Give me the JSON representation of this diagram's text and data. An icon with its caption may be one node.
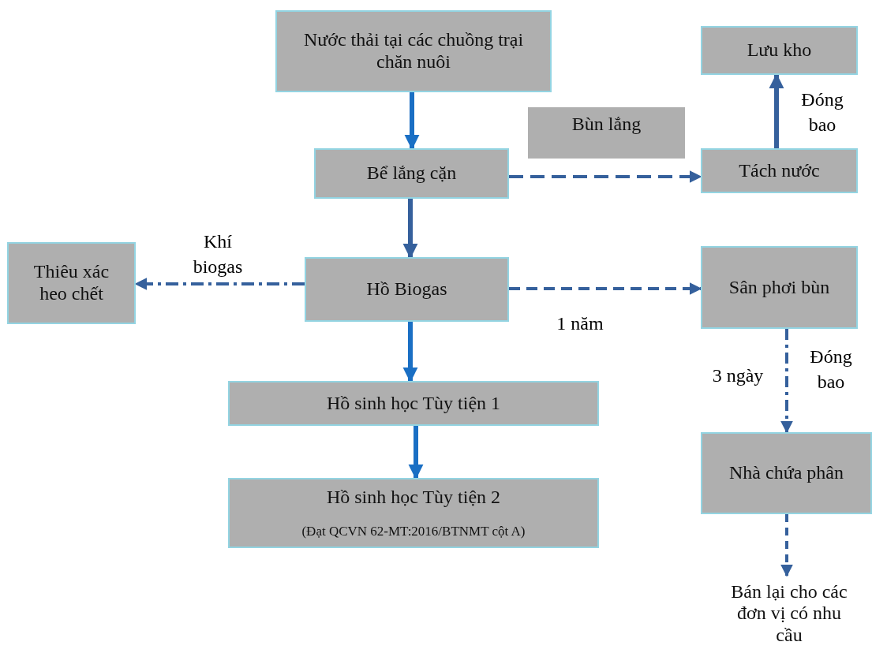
{
  "diagram": {
    "nodes": [
      {
        "text": [
          "Nước thải tại các chuồng trại chăn nuôi"
        ]
      },
      {
        "text": [
          "Bể lắng cặn"
        ]
      },
      {
        "text": [
          "Bùn lắng"
        ]
      },
      {
        "text": [
          "Lưu kho"
        ]
      },
      {
        "text": [
          "Tách nước"
        ]
      },
      {
        "text": [
          "Thiêu xác heo chết"
        ]
      },
      {
        "text": [
          "Hồ Biogas"
        ]
      },
      {
        "text": [
          "Sân phơi bùn"
        ]
      },
      {
        "text": [
          "Hồ sinh học Tùy tiện 1"
        ]
      },
      {
        "text": [
          "Hồ sinh học Tùy tiện 2",
          "(Đạt QCVN 62-MT:2016/BTNMT cột A)"
        ]
      },
      {
        "text": [
          "Nhà chứa phân"
        ]
      },
      {
        "text": [
          "Bán lại cho các đơn vị có nhu cầu"
        ]
      }
    ],
    "edges": [
      {
        "from": 0,
        "to": 1,
        "arrow": "to",
        "color": "#1a6fc4"
      },
      {
        "from": 1,
        "to": 4,
        "arrow": "to",
        "style": "dashed"
      },
      {
        "from": 1,
        "to": 6,
        "arrow": "to"
      },
      {
        "from": 6,
        "to": 5,
        "arrow": "to",
        "style": "dashed",
        "label": "Khí biogas"
      },
      {
        "from": 6,
        "to": 7,
        "arrow": "to",
        "style": "dashed",
        "label": "1 năm"
      },
      {
        "from": 6,
        "to": 8,
        "arrow": "to",
        "color": "#1a6fc4"
      },
      {
        "from": 8,
        "to": 9,
        "arrow": "to",
        "color": "#1a6fc4"
      },
      {
        "from": 4,
        "to": 3,
        "arrow": "to",
        "label": "Đóng bao"
      },
      {
        "from": 7,
        "to": 10,
        "arrow": "to",
        "style": "dashed",
        "label": "3 ngày"
      },
      {
        "from": 10,
        "to": 11,
        "arrow": "to",
        "style": "dashed"
      }
    ],
    "labels": [
      "Đóng bao"
    ]
  }
}
